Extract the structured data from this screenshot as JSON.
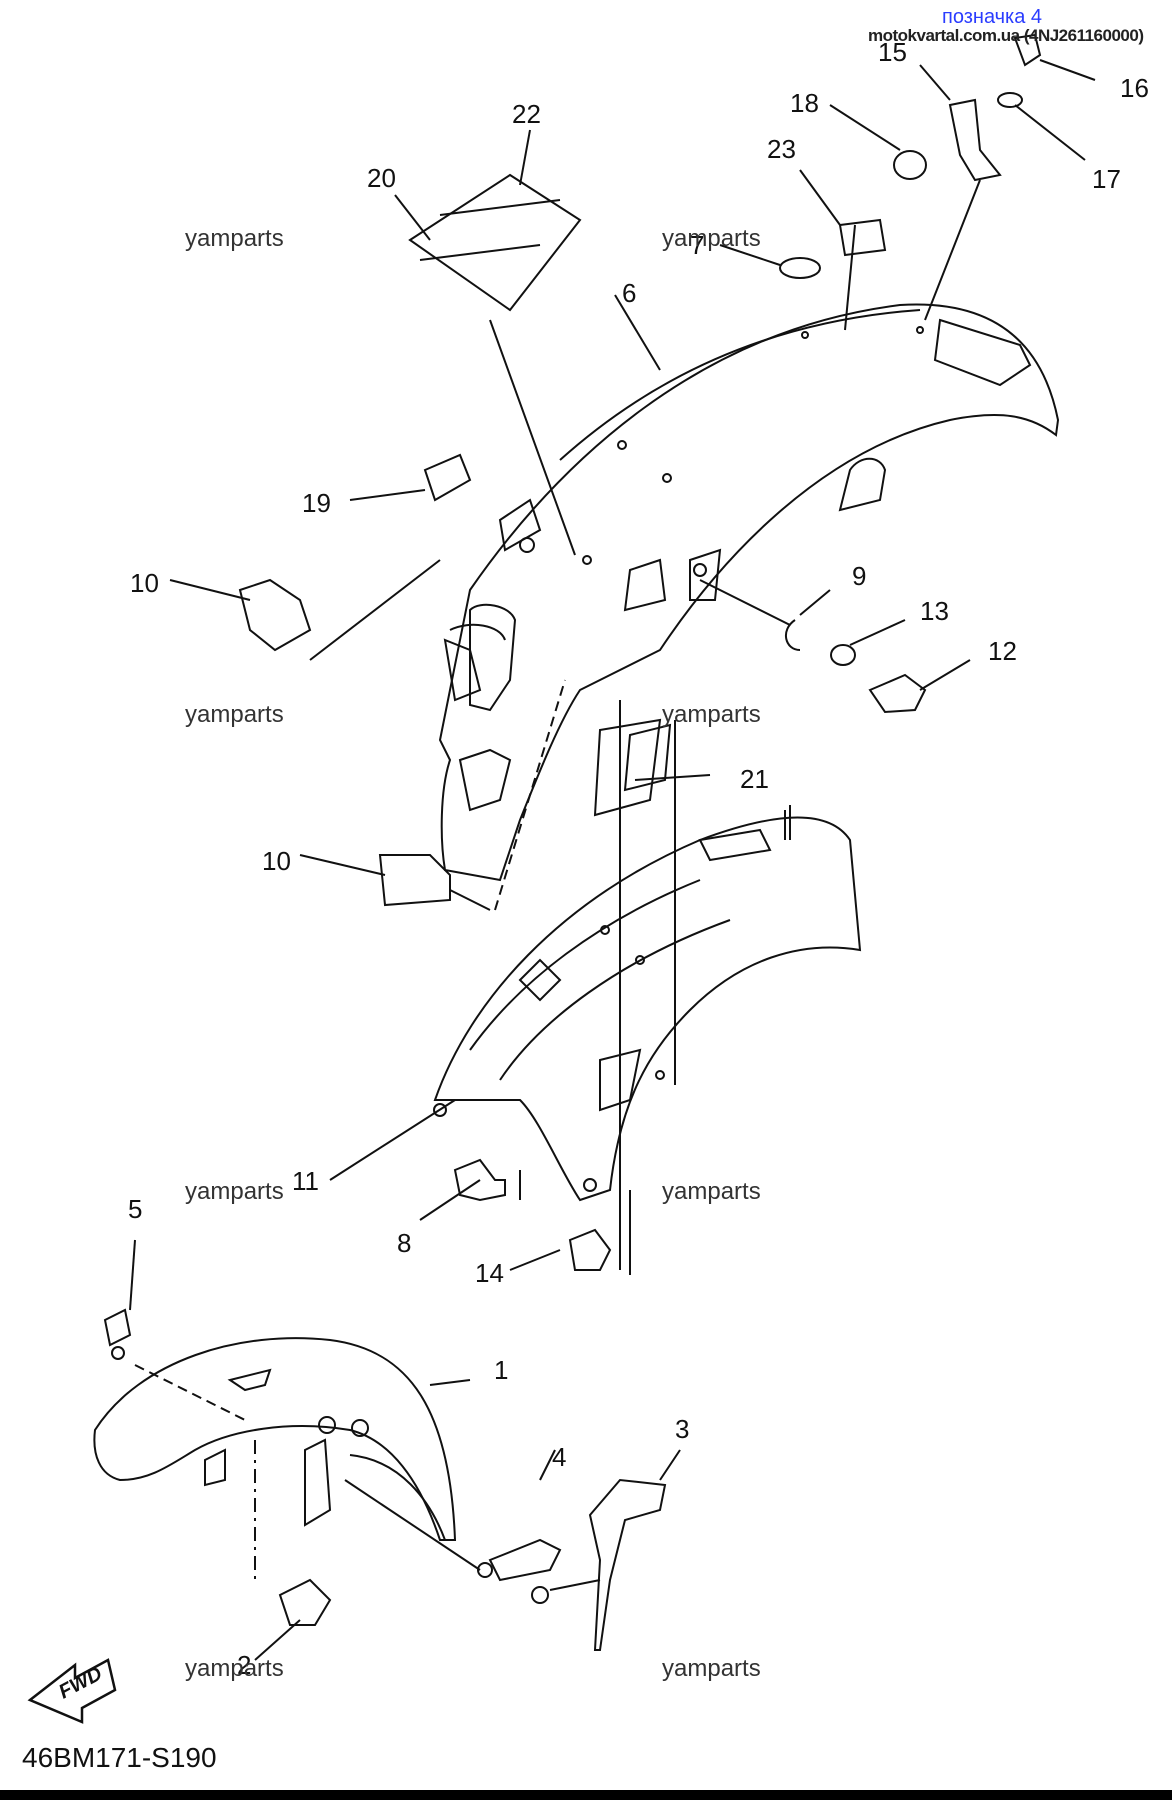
{
  "marking": {
    "title": "позначка 4",
    "code": "motokvartal.com.ua (4NJ261160000)"
  },
  "watermark": "yamparts",
  "diagram_code": "46BM171-S190",
  "fwd_label": "FWD",
  "parts": [
    {
      "id": "1",
      "label": "1"
    },
    {
      "id": "2",
      "label": "2"
    },
    {
      "id": "3",
      "label": "3"
    },
    {
      "id": "4",
      "label": "4"
    },
    {
      "id": "5",
      "label": "5"
    },
    {
      "id": "6",
      "label": "6"
    },
    {
      "id": "7",
      "label": "7"
    },
    {
      "id": "8",
      "label": "8"
    },
    {
      "id": "9",
      "label": "9"
    },
    {
      "id": "10a",
      "label": "10"
    },
    {
      "id": "10b",
      "label": "10"
    },
    {
      "id": "11",
      "label": "11"
    },
    {
      "id": "12",
      "label": "12"
    },
    {
      "id": "13",
      "label": "13"
    },
    {
      "id": "14",
      "label": "14"
    },
    {
      "id": "15",
      "label": "15"
    },
    {
      "id": "16",
      "label": "16"
    },
    {
      "id": "17",
      "label": "17"
    },
    {
      "id": "18",
      "label": "18"
    },
    {
      "id": "19",
      "label": "19"
    },
    {
      "id": "20",
      "label": "20"
    },
    {
      "id": "21",
      "label": "21"
    },
    {
      "id": "22",
      "label": "22"
    },
    {
      "id": "23",
      "label": "23"
    }
  ]
}
